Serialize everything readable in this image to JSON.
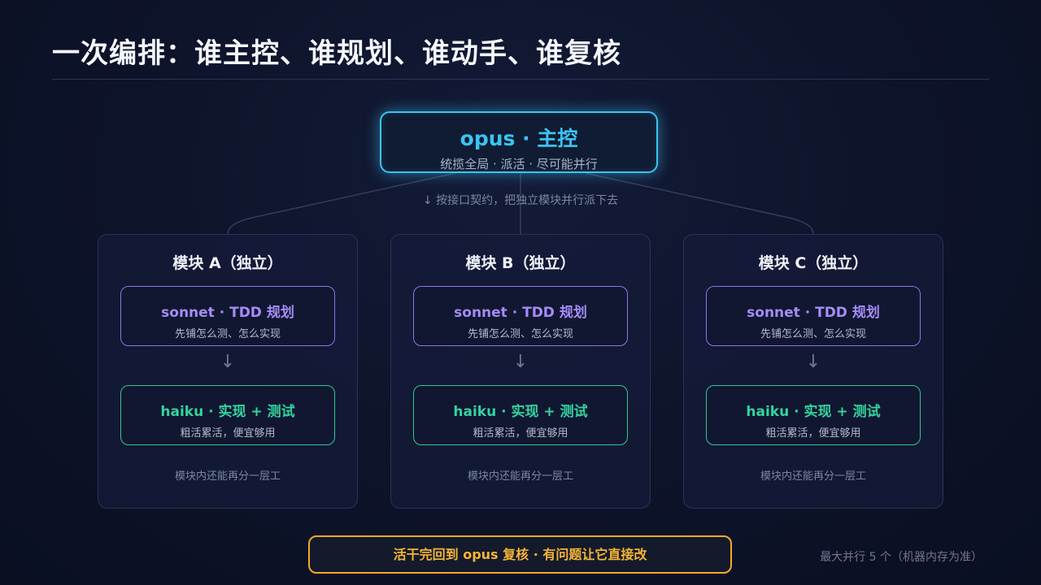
{
  "header": {
    "title": "一次编排：谁主控、谁规划、谁动手、谁复核"
  },
  "controller": {
    "title": "opus · 主控",
    "subtitle": "统揽全局 · 派活 · 尽可能并行"
  },
  "dispatch_label": "↓ 按接口契约，把独立模块并行派下去",
  "flow_arrow": "↓",
  "modules": [
    {
      "title": "模块 A（独立）",
      "planner": {
        "name": "sonnet · TDD 规划",
        "desc": "先铺怎么测、怎么实现"
      },
      "worker": {
        "name": "haiku · 实现 + 测试",
        "desc": "粗活累活，便宜够用"
      },
      "footer": "模块内还能再分一层工"
    },
    {
      "title": "模块 B（独立）",
      "planner": {
        "name": "sonnet · TDD 规划",
        "desc": "先铺怎么测、怎么实现"
      },
      "worker": {
        "name": "haiku · 实现 + 测试",
        "desc": "粗活累活，便宜够用"
      },
      "footer": "模块内还能再分一层工"
    },
    {
      "title": "模块 C（独立）",
      "planner": {
        "name": "sonnet · TDD 规划",
        "desc": "先铺怎么测、怎么实现"
      },
      "worker": {
        "name": "haiku · 实现 + 测试",
        "desc": "粗活累活，便宜够用"
      },
      "footer": "模块内还能再分一层工"
    }
  ],
  "review": {
    "label": "活干完回到 opus 复核 · 有问题让它直接改"
  },
  "parallel_note": "最大并行 5 个（机器内存为准）",
  "colors": {
    "controller": "#3cc3f2",
    "planner": "#8b75e6",
    "worker": "#2fc994",
    "review": "#f2aa28",
    "background": "#0d1329"
  }
}
